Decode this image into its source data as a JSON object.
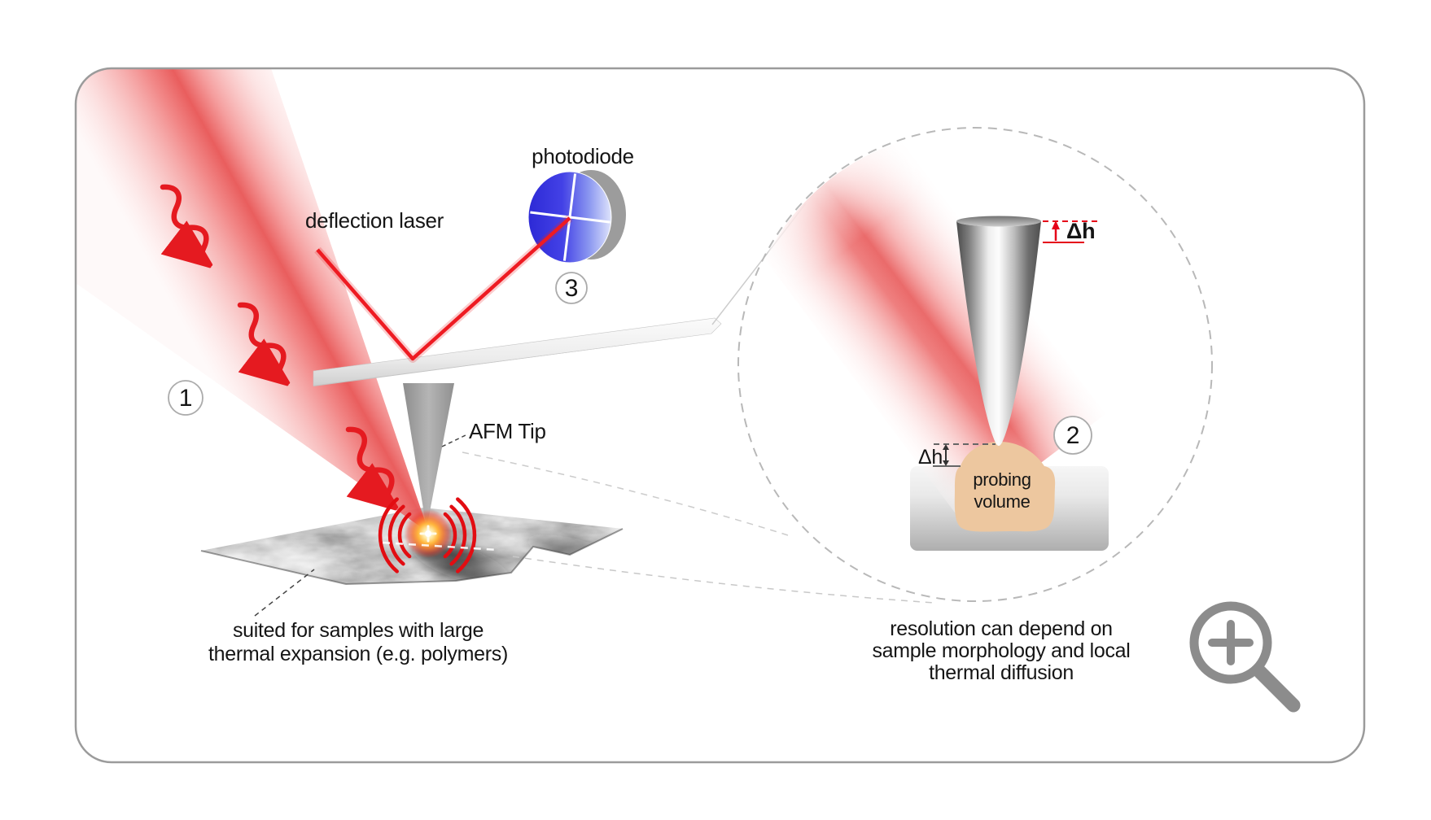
{
  "labels": {
    "photodiode": "photodiode",
    "deflection_laser": "deflection laser",
    "afm_tip": "AFM Tip",
    "probing_volume_line1": "probing",
    "probing_volume_line2": "volume",
    "delta_h_tip": "Δh",
    "delta_h_sample": "Δh"
  },
  "badges": {
    "step1": "1",
    "step2": "2",
    "step3": "3"
  },
  "captions": {
    "left": {
      "lines": [
        "suited for samples with large",
        "thermal expansion (e.g. polymers)"
      ]
    },
    "right": {
      "lines": [
        "resolution can depend on",
        "sample morphology and local",
        "thermal diffusion"
      ]
    }
  },
  "icons": {
    "zoom": "magnifying-glass-plus-icon",
    "photodiode": "quadrant-photodiode-icon"
  },
  "colors": {
    "laser_red": "#ee1b22",
    "beam_core_red": "#e85555",
    "photodiode_blue": "#2d2ad6",
    "probing_volume_tan": "#edc79f",
    "glow_orange": "#ffb53c",
    "metal_gray": "#9a9a9a",
    "icon_gray": "#8c8c8c",
    "border_gray": "#9b9b9b"
  }
}
